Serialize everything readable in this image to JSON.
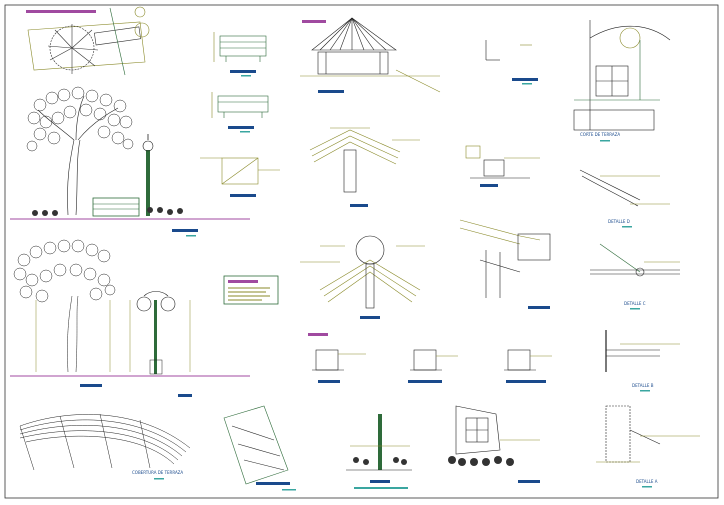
{
  "sheet": {
    "title": "Garden & terrace construction details sheet",
    "colors": {
      "line": "#8a8a2a",
      "dark": "#222222",
      "green": "#2e6b3a",
      "blue": "#1a4a8c",
      "cyan": "#3aa6a0",
      "magenta": "#a04aa0",
      "border": "#333333"
    }
  },
  "labels": {
    "corte_terraza": "CORTE DE TERRAZA",
    "detalle_d": "DETALLE D",
    "detalle_c": "DETALLE C",
    "detalle_b": "DETALLE B",
    "detalle_a": "DETALLE A",
    "cobertura_terraza": "COBERTURA DE TERRAZA"
  }
}
